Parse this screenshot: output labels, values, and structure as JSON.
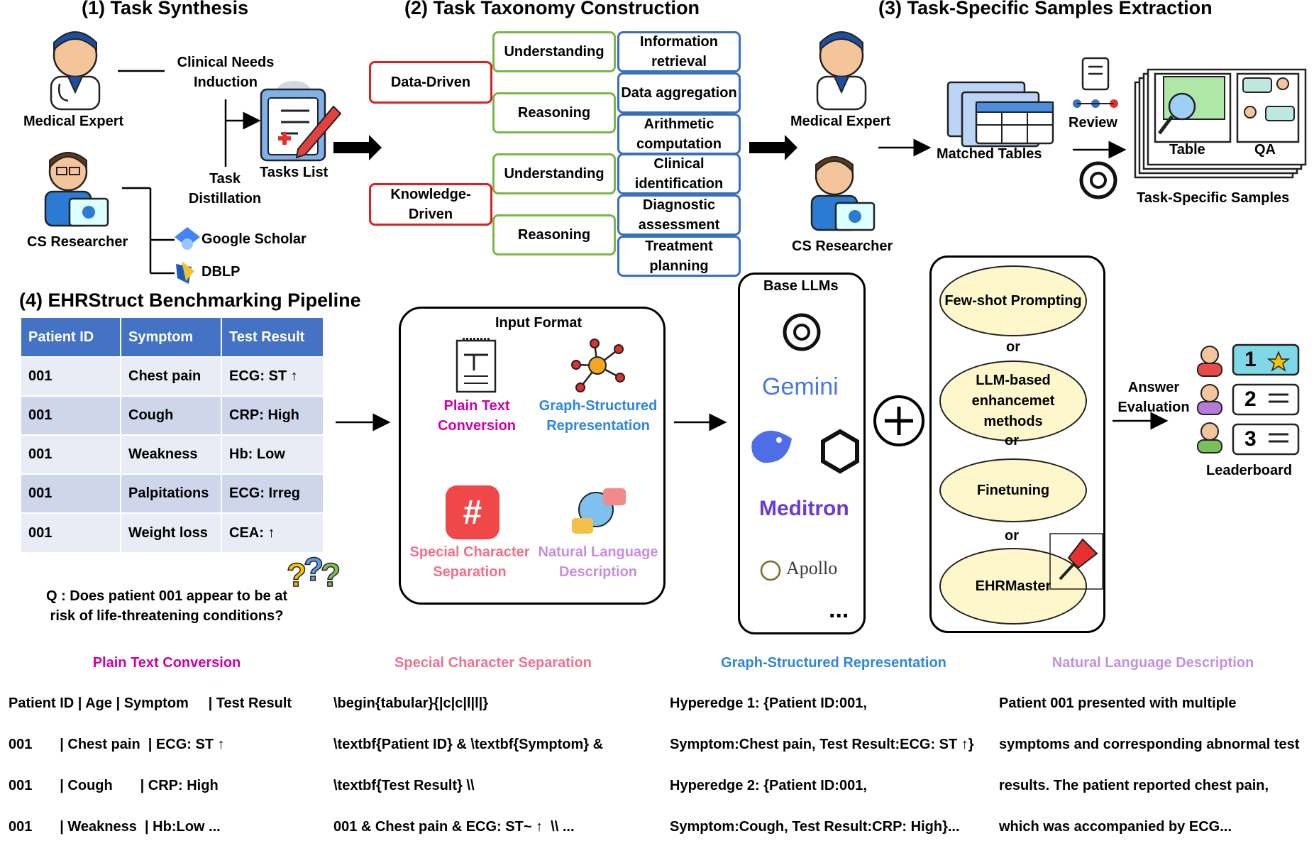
{
  "section1": {
    "title": "(1) Task Synthesis",
    "medical_expert": "Medical Expert",
    "cs_researcher": "CS Researcher",
    "clinical_needs": "Clinical Needs Induction",
    "task_distillation": "Task Distillation",
    "tasks_list": "Tasks List",
    "google_scholar": "Google Scholar",
    "dblp": "DBLP"
  },
  "section2": {
    "title": "(2) Task Taxonomy Construction",
    "data_driven": "Data-Driven",
    "knowledge_driven": "Knowledge-Driven",
    "understanding": "Understanding",
    "reasoning": "Reasoning",
    "tasks": [
      "Information retrieval",
      "Data aggregation",
      "Arithmetic computation",
      "Clinical identification",
      "Diagnostic assessment",
      "Treatment planning"
    ]
  },
  "section3": {
    "title": "(3) Task-Specific Samples Extraction",
    "medical_expert": "Medical Expert",
    "cs_researcher": "CS Researcher",
    "matched_tables": "Matched Tables",
    "review": "Review",
    "table": "Table",
    "qa": "QA",
    "samples": "Task-Specific Samples"
  },
  "section4": {
    "title": "(4) EHRStruct Benchmarking Pipeline",
    "table_headers": [
      "Patient ID",
      "Symptom",
      "Test Result"
    ],
    "table_rows": [
      [
        "001",
        "Chest pain",
        "ECG: ST ↑"
      ],
      [
        "001",
        "Cough",
        "CRP: High"
      ],
      [
        "001",
        "Weakness",
        "Hb: Low"
      ],
      [
        "001",
        "Palpitations",
        "ECG: Irreg"
      ],
      [
        "001",
        "Weight loss",
        "CEA: ↑"
      ]
    ],
    "question": "Q : Does patient 001 appear to be at risk of life-threatening conditions?",
    "input_format": "Input Format",
    "plain_text": "Plain Text Conversion",
    "graph_structured": "Graph-Structured Representation",
    "special_char": "Special Character Separation",
    "natural_lang": "Natural Language Description",
    "base_llms": "Base LLMs",
    "gemini": "Gemini",
    "meditron": "Meditron",
    "apollo": "Apollo",
    "ellipsis": "...",
    "methods": [
      "Few-shot Prompting",
      "LLM-based enhancemet methods",
      "Finetuning",
      "EHRMaster"
    ],
    "or": "or",
    "answer_eval": "Answer Evaluation",
    "leaderboard": "Leaderboard",
    "ranks": [
      "1",
      "2",
      "3"
    ]
  },
  "bottom": {
    "plain": {
      "title": "Plain Text Conversion",
      "lines": [
        "Patient ID | Age | Symptom     | Test Result",
        "001       | Chest pain  | ECG: ST ↑",
        "001       | Cough       | CRP: High",
        "001       | Weakness  | Hb:Low ..."
      ]
    },
    "special": {
      "title": "Special Character Separation",
      "lines": [
        "\\begin{tabular}{|c|c|l|l|}",
        "\\textbf{Patient ID} & \\textbf{Symptom} &",
        "\\textbf{Test Result} \\\\",
        "001 & Chest pain & ECG: ST~ ↑  \\\\ ..."
      ]
    },
    "graph": {
      "title": "Graph-Structured Representation",
      "lines": [
        "Hyperedge 1: {Patient ID:001,",
        "Symptom:Chest pain, Test Result:ECG: ST ↑}",
        "Hyperedge 2: {Patient ID:001,",
        "Symptom:Cough, Test Result:CRP: High}..."
      ]
    },
    "natural": {
      "title": "Natural Language Description",
      "lines": [
        "Patient 001 presented with multiple",
        "symptoms and corresponding abnormal test",
        "results. The patient reported chest pain,",
        "which was accompanied by ECG..."
      ]
    }
  },
  "colors": {
    "plain": "#cc00aa",
    "special": "#f07090",
    "graph": "#2e86de",
    "natural": "#c58fe0",
    "table_header": "#4472c4"
  }
}
